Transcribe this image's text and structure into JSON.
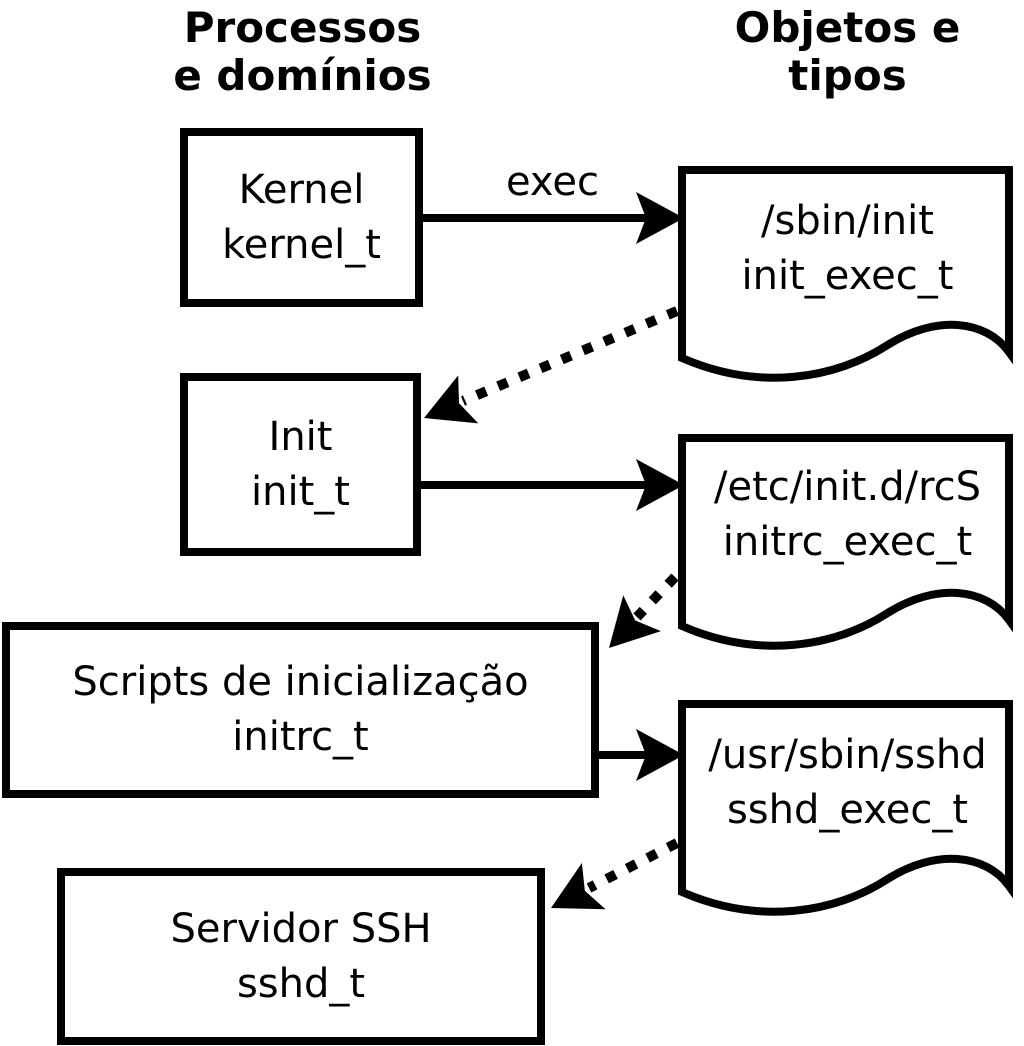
{
  "diagram": {
    "column_left_title_line1": "Processos",
    "column_left_title_line2": "e domínios",
    "column_right_title_line1": "Objetos e",
    "column_right_title_line2": "tipos",
    "exec_label": "exec"
  },
  "processes": [
    {
      "name": "Kernel",
      "domain": "kernel_t"
    },
    {
      "name": "Init",
      "domain": "init_t"
    },
    {
      "name": "Scripts de inicialização",
      "domain": "initrc_t"
    },
    {
      "name": "Servidor SSH",
      "domain": "sshd_t"
    }
  ],
  "objects": [
    {
      "path": "/sbin/init",
      "type": "init_exec_t"
    },
    {
      "path": "/etc/init.d/rcS",
      "type": "initrc_exec_t"
    },
    {
      "path": "/usr/sbin/sshd",
      "type": "sshd_exec_t"
    }
  ],
  "colors": {
    "line": "#000000",
    "background": "#ffffff"
  }
}
